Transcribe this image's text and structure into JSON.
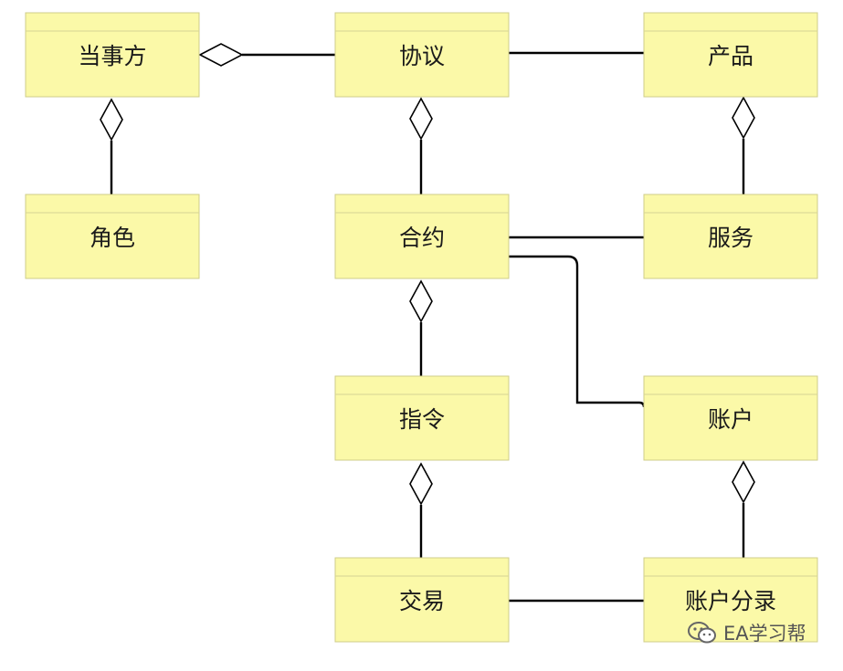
{
  "nodes": [
    {
      "id": "party",
      "label": "当事方"
    },
    {
      "id": "agreement",
      "label": "协议"
    },
    {
      "id": "product",
      "label": "产品"
    },
    {
      "id": "role",
      "label": "角色"
    },
    {
      "id": "contract",
      "label": "合约"
    },
    {
      "id": "service",
      "label": "服务"
    },
    {
      "id": "instruction",
      "label": "指令"
    },
    {
      "id": "account",
      "label": "账户"
    },
    {
      "id": "transaction",
      "label": "交易"
    },
    {
      "id": "account-entry",
      "label": "账户分录"
    }
  ],
  "edges": [
    {
      "from": "role",
      "to": "party",
      "type": "aggregation"
    },
    {
      "from": "agreement",
      "to": "party",
      "type": "aggregation"
    },
    {
      "from": "agreement",
      "to": "product",
      "type": "association"
    },
    {
      "from": "contract",
      "to": "agreement",
      "type": "aggregation"
    },
    {
      "from": "service",
      "to": "product",
      "type": "aggregation"
    },
    {
      "from": "contract",
      "to": "service",
      "type": "association"
    },
    {
      "from": "contract",
      "to": "account",
      "type": "association"
    },
    {
      "from": "instruction",
      "to": "contract",
      "type": "aggregation"
    },
    {
      "from": "transaction",
      "to": "instruction",
      "type": "aggregation"
    },
    {
      "from": "account-entry",
      "to": "account",
      "type": "aggregation"
    },
    {
      "from": "transaction",
      "to": "account-entry",
      "type": "association"
    }
  ],
  "watermark": {
    "text": "EA学习帮",
    "icon": "wechat-icon"
  }
}
